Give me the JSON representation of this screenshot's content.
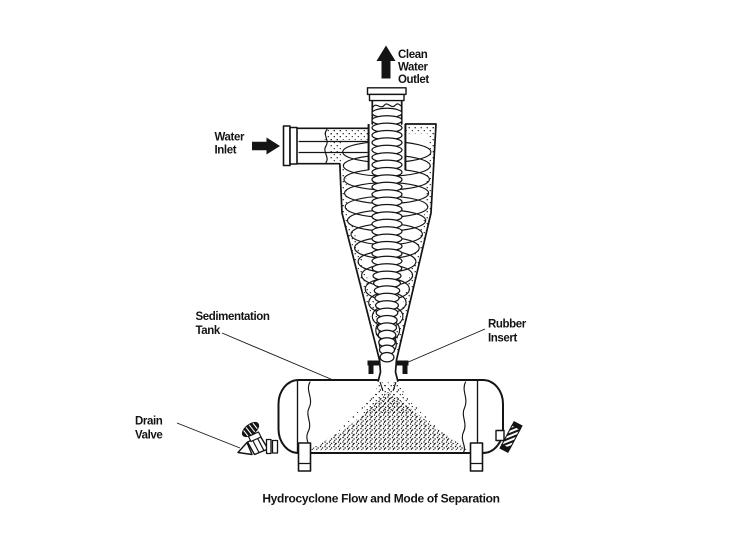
{
  "figure": {
    "caption": "Hydrocyclone Flow and Mode of Separation"
  },
  "labels": {
    "clean_water_outlet": [
      "Clean",
      "Water",
      "Outlet"
    ],
    "water_inlet": [
      "Water",
      "Inlet"
    ],
    "sedimentation_tank": [
      "Sedimentation",
      "Tank"
    ],
    "rubber_insert": [
      "Rubber",
      "Insert"
    ],
    "drain_valve": [
      "Drain",
      "Valve"
    ]
  },
  "colors": {
    "ink": "#141414",
    "background": "#ffffff"
  }
}
